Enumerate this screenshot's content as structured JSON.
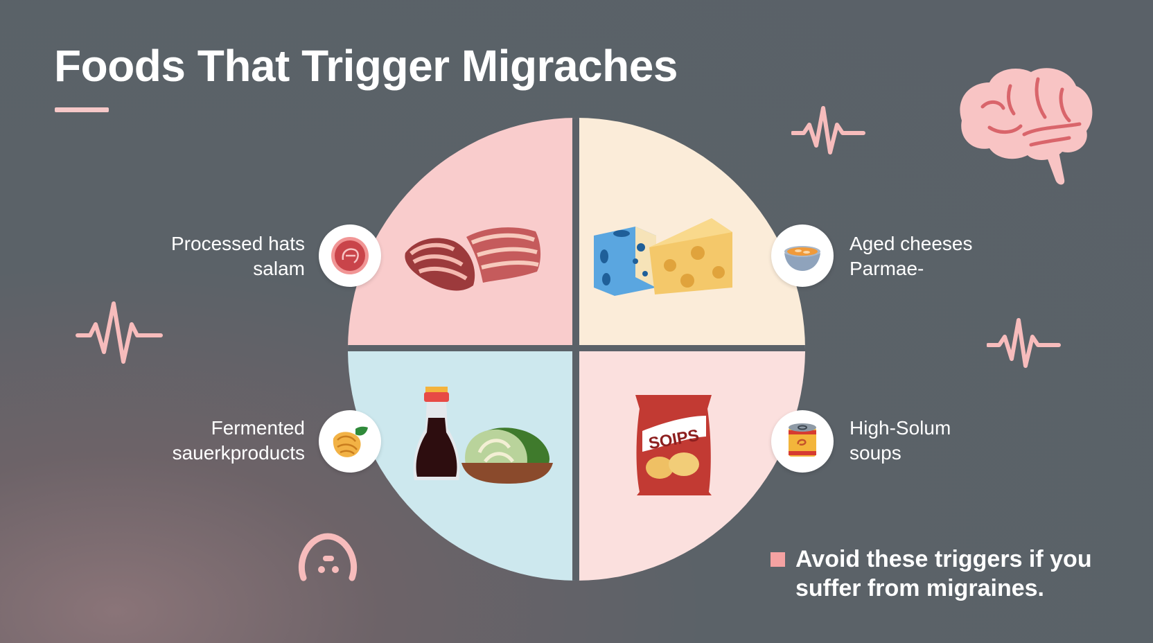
{
  "header": {
    "title": "Foods That Trigger Migraches"
  },
  "quadrants": [
    {
      "id": "processed-meats",
      "position": "top-left",
      "color": "#f9cccc",
      "label_line1": "Processed hats",
      "label_line2": "salam",
      "badge_icon": "salami-icon",
      "illustration": "bacon-icon"
    },
    {
      "id": "aged-cheeses",
      "position": "top-right",
      "color": "#fbecd9",
      "label_line1": "Aged cheeses",
      "label_line2": "Parmae-",
      "badge_icon": "soup-bowl-icon",
      "illustration": "cheese-icon"
    },
    {
      "id": "fermented-products",
      "position": "bottom-left",
      "color": "#cde8ee",
      "label_line1": "Fermented",
      "label_line2": "sauerkproducts",
      "badge_icon": "sauerkraut-icon",
      "illustration": "soy-sauce-and-cabbage-icon"
    },
    {
      "id": "high-sodium-soups",
      "position": "bottom-right",
      "color": "#fbe0de",
      "label_line1": "High-Solum",
      "label_line2": "soups",
      "badge_icon": "canned-soup-icon",
      "illustration": "chips-bag-icon",
      "bag_text": "SOIPS"
    }
  ],
  "callout": {
    "text": "Avoid these triggers if you suffer from migraines.",
    "marker_color": "#f5a2a2"
  },
  "colors": {
    "background": "#5a6168",
    "accent_pink": "#f7bfbf",
    "divider": "#5a6168"
  },
  "decorations": [
    "brain-icon",
    "heartbeat-icon",
    "heartbeat-icon",
    "heartbeat-icon",
    "headache-face-icon"
  ]
}
